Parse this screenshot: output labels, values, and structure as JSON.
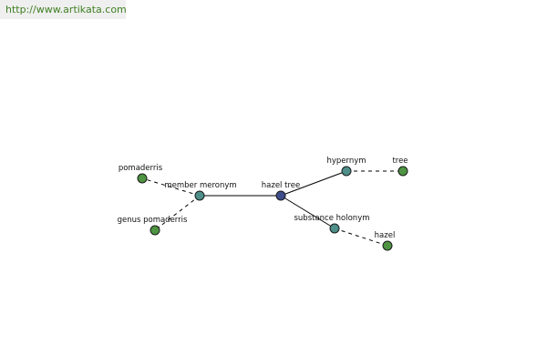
{
  "header": {
    "url_text": "http://www.artikata.com"
  },
  "colors": {
    "central_node": "#3f4d8c",
    "relation_node": "#4e8f8a",
    "word_node": "#4e9442",
    "url_text": "#3f7f22",
    "url_background": "#efefef"
  },
  "diagram": {
    "nodes": [
      {
        "id": "hazel-tree",
        "label": "hazel tree",
        "kind": "central"
      },
      {
        "id": "hypernym",
        "label": "hypernym",
        "kind": "relation"
      },
      {
        "id": "tree",
        "label": "tree",
        "kind": "word"
      },
      {
        "id": "member-meronym",
        "label": "member meronym",
        "kind": "relation"
      },
      {
        "id": "pomaderris",
        "label": "pomaderris",
        "kind": "word"
      },
      {
        "id": "genus-pomaderris",
        "label": "genus pomaderris",
        "kind": "word"
      },
      {
        "id": "substance-holonym",
        "label": "substance holonym",
        "kind": "relation"
      },
      {
        "id": "hazel",
        "label": "hazel",
        "kind": "word"
      }
    ],
    "edges": [
      {
        "from": "hazel-tree",
        "to": "hypernym",
        "style": "solid"
      },
      {
        "from": "hazel-tree",
        "to": "member-meronym",
        "style": "solid"
      },
      {
        "from": "hazel-tree",
        "to": "substance-holonym",
        "style": "solid"
      },
      {
        "from": "hypernym",
        "to": "tree",
        "style": "dashed"
      },
      {
        "from": "member-meronym",
        "to": "pomaderris",
        "style": "dashed"
      },
      {
        "from": "member-meronym",
        "to": "genus-pomaderris",
        "style": "dashed"
      },
      {
        "from": "substance-holonym",
        "to": "hazel",
        "style": "dashed"
      }
    ]
  }
}
